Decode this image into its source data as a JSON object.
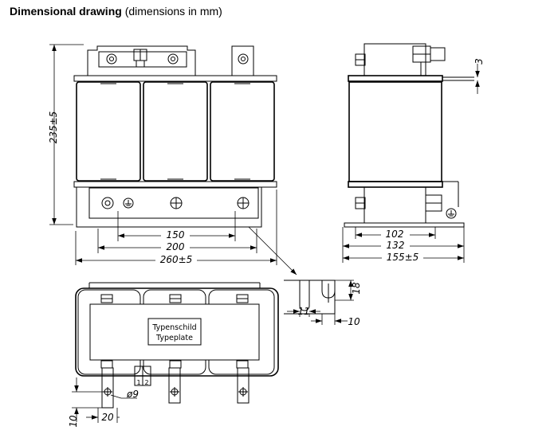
{
  "header": {
    "title": "Dimensional drawing",
    "subtitle": "(dimensions in mm)"
  },
  "front_view": {
    "height": "235±5",
    "d150": "150",
    "d200": "200",
    "d260": "260±5"
  },
  "side_view": {
    "d3": "3",
    "d102": "102",
    "d132": "132",
    "d155": "155±5"
  },
  "slot_detail": {
    "d18": "18",
    "d11": "11",
    "d10": "10"
  },
  "top_view": {
    "typeplate_line1": "Typenschild",
    "typeplate_line2": "Typeplate",
    "hole_dia": "ø9",
    "d10": "10",
    "d20": "20",
    "terminal_1": "1",
    "terminal_2": "2"
  }
}
